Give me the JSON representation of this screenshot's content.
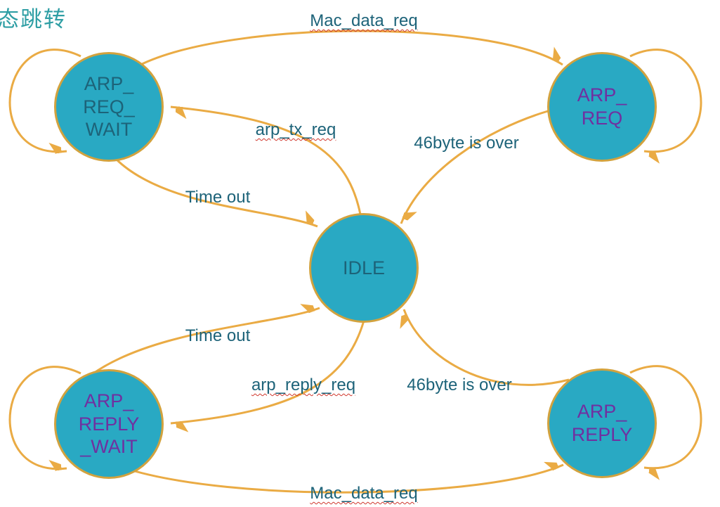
{
  "title": "态跳转",
  "colors": {
    "background": "#FFFFFF",
    "node_fill": "#29A9C3",
    "node_border": "#D2A23E",
    "edge": "#EAAB44",
    "label_text": "#1D6379",
    "purple_text": "#7030A0",
    "title_text": "#2E9EA4",
    "spellcheck": "#D0362C"
  },
  "states": {
    "arp_req_wait": {
      "name": "ARP_REQ_WAIT",
      "display": "ARP_\nREQ_\nWAIT"
    },
    "arp_req": {
      "name": "ARP_REQ",
      "display": "ARP_\nREQ"
    },
    "idle": {
      "name": "IDLE",
      "display": "IDLE"
    },
    "arp_reply_wait": {
      "name": "ARP_REPLY_WAIT",
      "display": "ARP_\nREPLY\n_WAIT"
    },
    "arp_reply": {
      "name": "ARP_REPLY",
      "display": "ARP_\nREPLY"
    }
  },
  "transitions": [
    {
      "from": "ARP_REQ_WAIT",
      "to": "ARP_REQ",
      "label": "Mac_data_req",
      "spellcheck": true
    },
    {
      "from": "IDLE",
      "to": "ARP_REQ_WAIT",
      "label": "arp_tx_req",
      "spellcheck": true
    },
    {
      "from": "ARP_REQ",
      "to": "IDLE",
      "label": "46byte is over",
      "spellcheck": false
    },
    {
      "from": "ARP_REQ_WAIT",
      "to": "IDLE",
      "label": "Time out",
      "spellcheck": false
    },
    {
      "from": "ARP_REPLY_WAIT",
      "to": "IDLE",
      "label": "Time out",
      "spellcheck": false
    },
    {
      "from": "IDLE",
      "to": "ARP_REPLY_WAIT",
      "label": "arp_reply_req",
      "spellcheck": true
    },
    {
      "from": "ARP_REPLY",
      "to": "IDLE",
      "label": "46byte is over",
      "spellcheck": false
    },
    {
      "from": "ARP_REPLY_WAIT",
      "to": "ARP_REPLY",
      "label": "Mac_data_req",
      "spellcheck": true
    },
    {
      "from": "ARP_REQ_WAIT",
      "to": "ARP_REQ_WAIT",
      "label": "",
      "self_loop": true
    },
    {
      "from": "ARP_REQ",
      "to": "ARP_REQ",
      "label": "",
      "self_loop": true
    },
    {
      "from": "ARP_REPLY_WAIT",
      "to": "ARP_REPLY_WAIT",
      "label": "",
      "self_loop": true
    },
    {
      "from": "ARP_REPLY",
      "to": "ARP_REPLY",
      "label": "",
      "self_loop": true
    }
  ]
}
